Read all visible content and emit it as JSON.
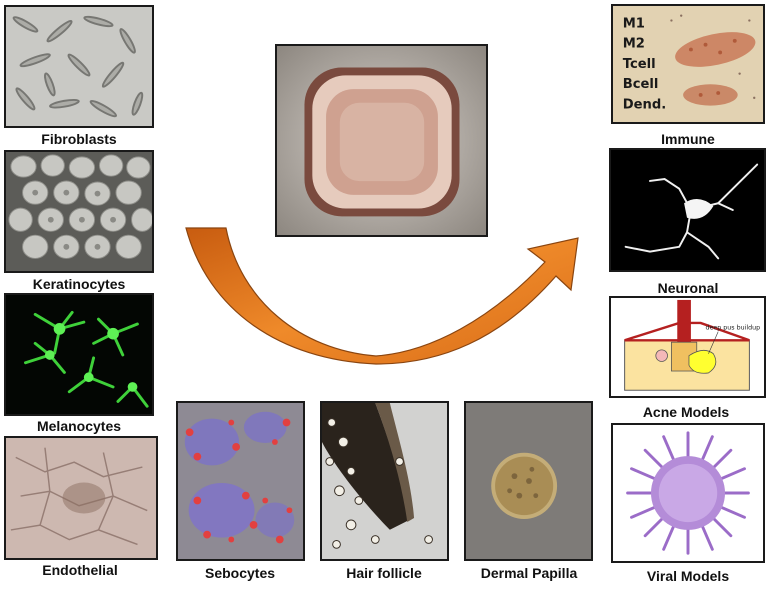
{
  "left_column": {
    "fibroblasts": "Fibroblasts",
    "keratinocytes": "Keratinocytes",
    "melanocytes": "Melanocytes",
    "endothelial": "Endothelial"
  },
  "bottom_row": {
    "sebocytes": "Sebocytes",
    "hair_follicle": "Hair follicle",
    "dermal_papilla": "Dermal Papilla"
  },
  "right_column": {
    "immune": "Immune",
    "immune_cells": [
      "M1",
      "M2",
      "Tcell",
      "Bcell",
      "Dend."
    ],
    "neuronal": "Neuronal",
    "acne": "Acne Models",
    "acne_annotation": "deep pus buildup",
    "viral": "Viral Models"
  },
  "colors": {
    "arrow": "#e07a20",
    "arrow_edge": "#8a4510",
    "melanocyte_green": "#3fd13a",
    "acne_skin": "#fbe3a0",
    "acne_red": "#b52020",
    "virus_purple": "#b48cd8"
  }
}
